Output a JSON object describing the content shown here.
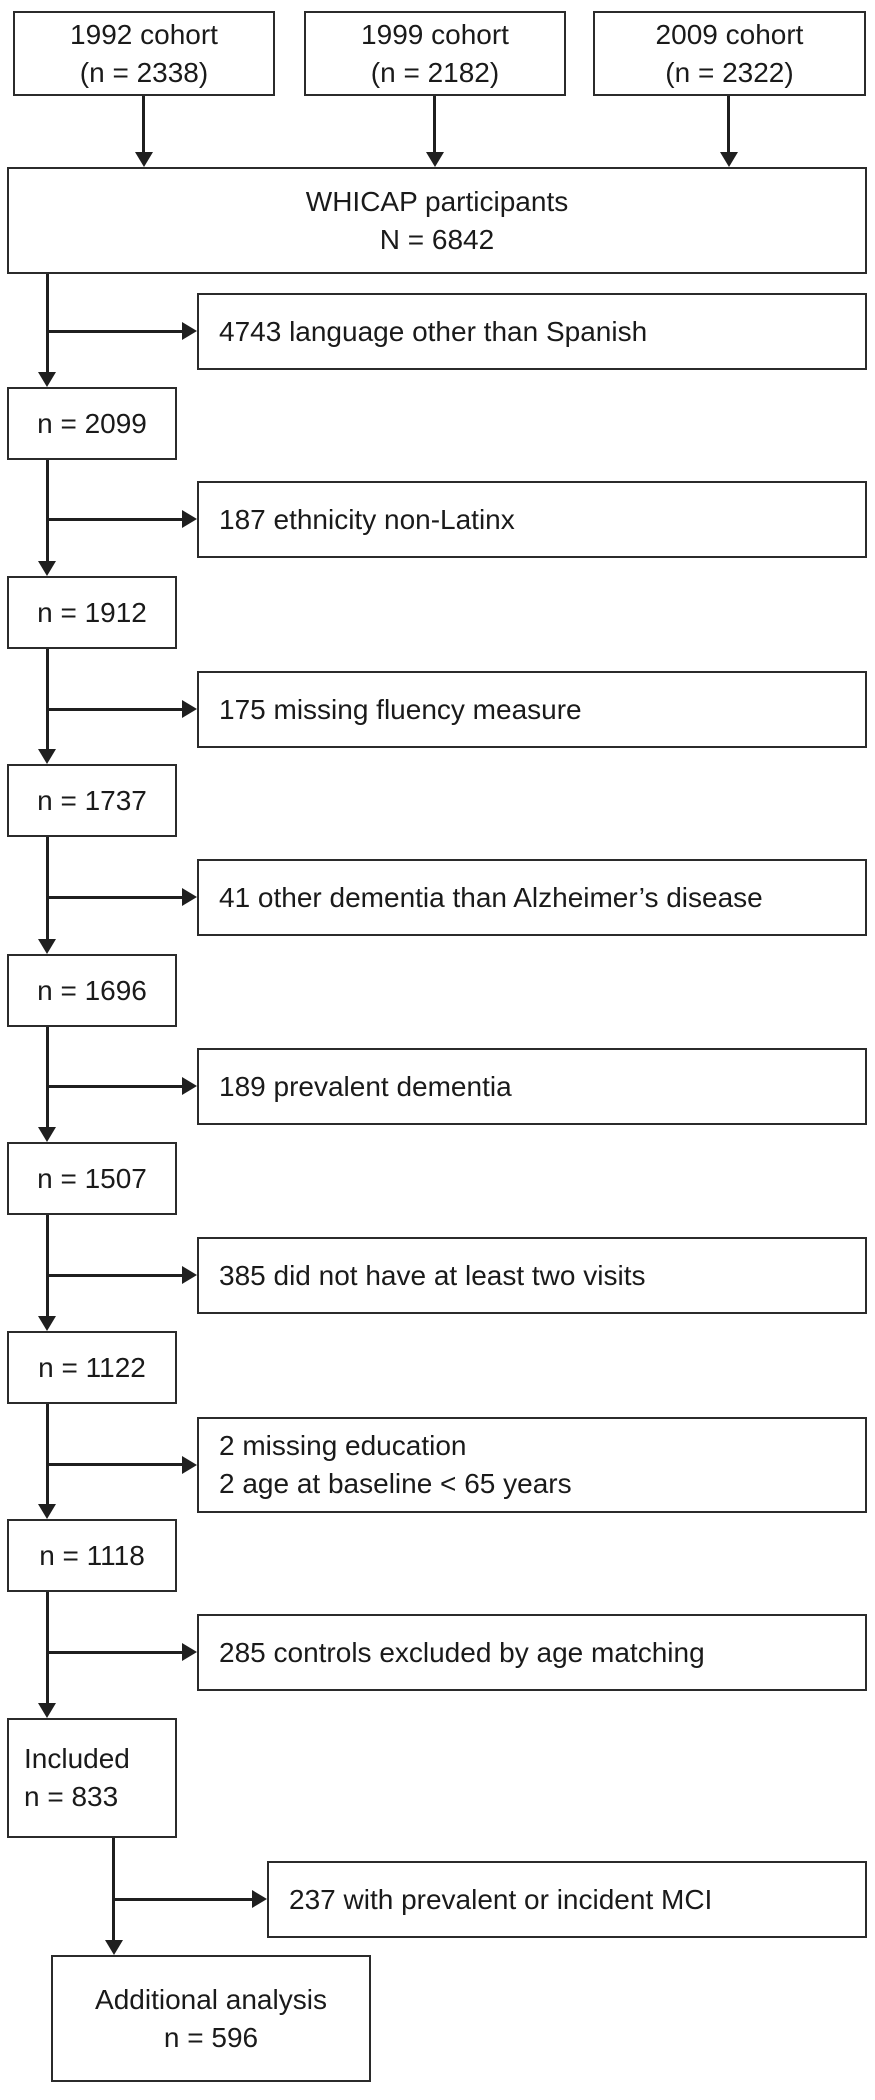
{
  "cohorts": [
    {
      "line1": "1992 cohort",
      "line2": "(n = 2338)"
    },
    {
      "line1": "1999 cohort",
      "line2": "(n = 2182)"
    },
    {
      "line1": "2009 cohort",
      "line2": "(n = 2322)"
    }
  ],
  "main_box": {
    "line1": "WHICAP participants",
    "line2": "N = 6842"
  },
  "exclusions": [
    {
      "text": "4743 language other than Spanish"
    },
    {
      "text": "187 ethnicity non-Latinx"
    },
    {
      "text": "175 missing fluency measure"
    },
    {
      "text": "41 other dementia than Alzheimer’s disease"
    },
    {
      "text": "189 prevalent dementia"
    },
    {
      "text": "385 did not have at least two visits"
    },
    {
      "line1": "2 missing education",
      "line2": "2 age at baseline < 65 years"
    },
    {
      "text": "285 controls excluded by age matching"
    },
    {
      "text": "237 with prevalent or incident MCI"
    }
  ],
  "results": [
    {
      "text": "n = 2099"
    },
    {
      "text": "n = 1912"
    },
    {
      "text": "n = 1737"
    },
    {
      "text": "n = 1696"
    },
    {
      "text": "n = 1507"
    },
    {
      "text": "n = 1122"
    },
    {
      "text": "n = 1118"
    },
    {
      "line1": "Included",
      "line2": "n = 833"
    },
    {
      "line1": "Additional analysis",
      "line2": "n = 596"
    }
  ],
  "colors": {
    "border": "#2b2b2b",
    "line": "#1f1f1f",
    "background": "#ffffff",
    "text": "#1a1a1a"
  }
}
